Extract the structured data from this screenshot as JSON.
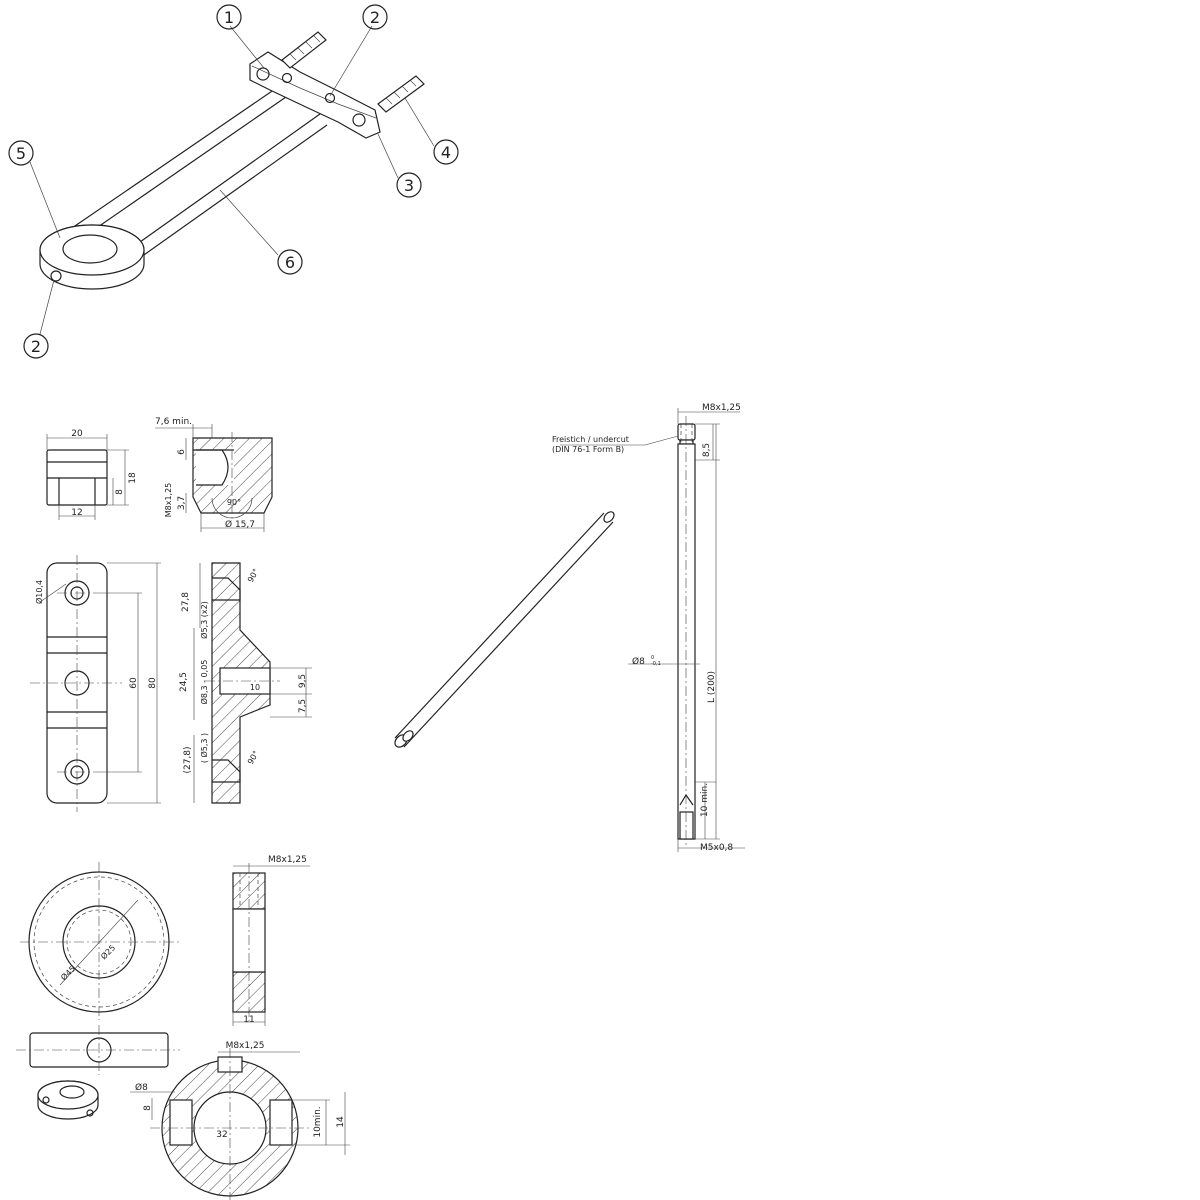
{
  "callouts": {
    "c1": "1",
    "c2a": "2",
    "c2b": "2",
    "c3": "3",
    "c4": "4",
    "c5": "5",
    "c6": "6"
  },
  "block_dims": {
    "w20": "20",
    "h18": "18",
    "h8": "8",
    "w12": "12",
    "min76": "7,6 min.",
    "d6": "6",
    "d37": "3,7",
    "m8": "M8x1,25",
    "a90": "90°",
    "d157": "Ø 15,7"
  },
  "bracket_dims": {
    "d104": "Ø10,4",
    "l60": "60",
    "l80": "80",
    "l278": "27,8",
    "d53x2": "Ø5,3 (x2)",
    "a90a": "90°",
    "l245": "24,5",
    "d83": "Ø8,3 - 0,05",
    "l10": "10",
    "l95": "9,5",
    "l75": "7,5",
    "l278b": "(27,8)",
    "d53b": "( Ø5,3 )",
    "a90b": "90°"
  },
  "ring_dims": {
    "m8a": "M8x1,25",
    "d45": "Ø45",
    "d25": "Ø25",
    "w11": "11",
    "m8b": "M8x1,25",
    "d8": "Ø8",
    "h8": "8",
    "d32": "32",
    "min10": "10min.",
    "h14": "14"
  },
  "rod_dims": {
    "top_thread": "M8x1,25",
    "undercut_l1": "Freistich / undercut",
    "undercut_l2": "(DIN 76-1 Form B)",
    "h85": "8,5",
    "d8": "Ø8",
    "tol": "-0,1",
    "tol0": "0",
    "length": "L (200)",
    "min10": "10 min.",
    "bottom_thread": "M5x0,8"
  }
}
